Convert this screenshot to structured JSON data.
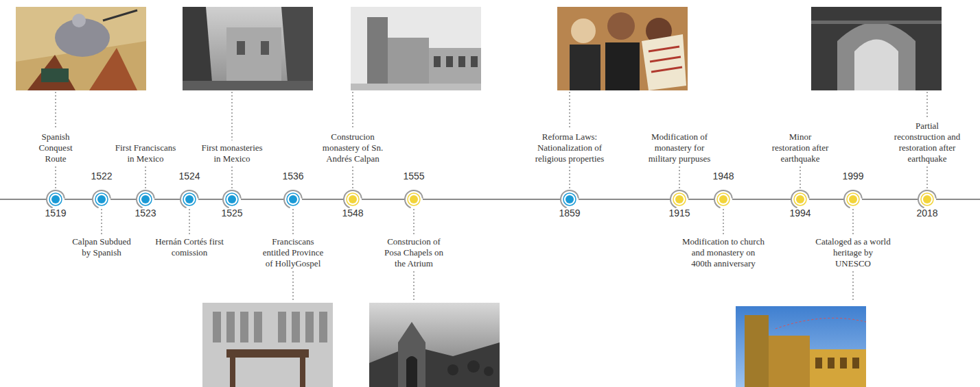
{
  "diagram": {
    "nodes": [
      {
        "text": [
          "1519",
          "Spanish Conquest Route"
        ]
      },
      {
        "text": [
          "1522",
          "Calpan Subdued by Spanish"
        ]
      },
      {
        "text": [
          "1523",
          "First Franciscans in Mexico"
        ]
      },
      {
        "text": [
          "1524",
          "Hernán Cortés first comission"
        ]
      },
      {
        "text": [
          "1525",
          "First monasteries in Mexico"
        ]
      },
      {
        "text": [
          "1536",
          "Franciscans entitled Province of HollyGospel"
        ]
      },
      {
        "text": [
          "1548",
          "Construcion monastery of Sn. Andrés Calpan"
        ]
      },
      {
        "text": [
          "1555",
          "Construcion of Posa Chapels on the Atrium"
        ]
      },
      {
        "text": [
          "1859",
          "Reforma Laws: Nationalization of religious properties"
        ]
      },
      {
        "text": [
          "1915",
          "Modification of monastery for military purpuses"
        ]
      },
      {
        "text": [
          "1948",
          "Modification to church and monastery on 400th anniversary"
        ]
      },
      {
        "text": [
          "1994",
          "Minor restoration after earthquake"
        ]
      },
      {
        "text": [
          "1999",
          "Cataloged as a world heritage by UNESCO"
        ]
      },
      {
        "text": [
          "2018",
          "Partial reconstruction and restoration after earthquake"
        ]
      }
    ]
  }
}
